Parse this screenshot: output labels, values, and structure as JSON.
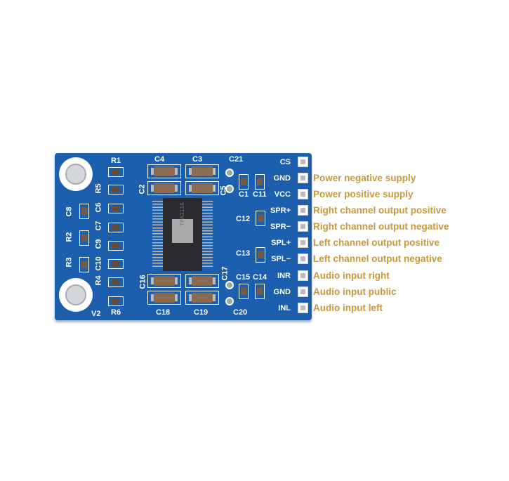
{
  "board": {
    "chip_marking": "TPA3116",
    "components": {
      "R1": "R1",
      "R2": "R2",
      "R3": "R3",
      "R4": "R4",
      "R5": "R5",
      "R6": "R6",
      "V2": "V2",
      "C1": "C1",
      "C2": "C2",
      "C3": "C3",
      "C4": "C4",
      "C5": "C5",
      "C6": "C6",
      "C7": "C7",
      "C8": "C8",
      "C9": "C9",
      "C10": "C10",
      "C11": "C11",
      "C12": "C12",
      "C13": "C13",
      "C14": "C14",
      "C15": "C15",
      "C16": "C16",
      "C17": "C17",
      "C18": "C18",
      "C19": "C19",
      "C20": "C20",
      "C21": "C21"
    },
    "pins": [
      "CS",
      "GND",
      "VCC",
      "SPR+",
      "SPR−",
      "SPL+",
      "SPL−",
      "INR",
      "GND",
      "INL"
    ]
  },
  "descriptions": [
    "Power negative supply",
    "Power positive supply",
    "Right channel output positive",
    "Right channel output negative",
    "Left channel output positive",
    "Left channel output negative",
    "Audio input right",
    "Audio input public",
    "Audio input left"
  ],
  "colors": {
    "board": "#1b5fae",
    "label": "#c8983e"
  }
}
